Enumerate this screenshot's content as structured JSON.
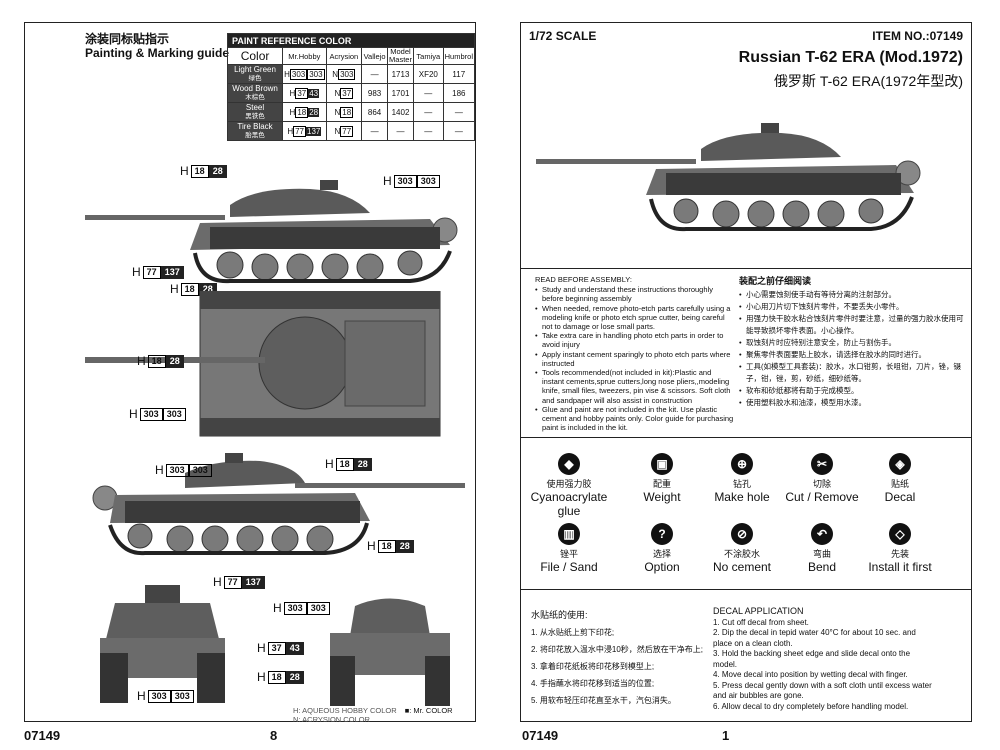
{
  "left_page": {
    "title_cn": "涂装同标贴指示",
    "title_en": "Painting & Marking guide",
    "page_number": "8",
    "item_code": "07149",
    "paint_table": {
      "title": "PAINT REFERENCE COLOR",
      "headers": [
        "Color",
        "Mr.Hobby",
        "Acrysion",
        "Vallejo",
        "Model Master",
        "Tamiya",
        "Humbrol"
      ],
      "rows": [
        {
          "name": "Light Green",
          "name_cn": "绿色",
          "hobby_code": "303",
          "acrysion": "303",
          "vallejo": "—",
          "model_master": "1713",
          "tamiya": "XF20",
          "humbrol": "117"
        },
        {
          "name": "Wood Brown",
          "name_cn": "木棕色",
          "hobby_code": "37",
          "hobby_acr": "43",
          "acrysion": "37",
          "vallejo": "983",
          "model_master": "1701",
          "tamiya": "—",
          "humbrol": "186"
        },
        {
          "name": "Steel",
          "name_cn": "黑铁色",
          "hobby_code": "18",
          "hobby_acr": "28",
          "acrysion": "18",
          "vallejo": "864",
          "model_master": "1402",
          "tamiya": "—",
          "humbrol": "—"
        },
        {
          "name": "Tire Black",
          "name_cn": "胎黑色",
          "hobby_code": "77",
          "hobby_acr": "137",
          "acrysion": "77",
          "vallejo": "—",
          "model_master": "—",
          "tamiya": "—",
          "humbrol": "—"
        }
      ]
    },
    "callouts": {
      "h": "H",
      "c18": "18",
      "c28": "28",
      "c303": "303",
      "c77": "77",
      "c137": "137",
      "c37": "37",
      "c43": "43"
    },
    "legend": {
      "line1": "H: AQUEOUS HOBBY COLOR",
      "line2": "N: ACRYSION COLOR",
      "mr": "■: Mr. COLOR"
    }
  },
  "right_page": {
    "scale": "1/72 SCALE",
    "item_no": "ITEM NO.:07149",
    "title_en": "Russian T-62 ERA (Mod.1972)",
    "title_cn": "俄罗斯 T-62 ERA(1972年型改)",
    "page_number": "1",
    "item_code": "07149",
    "read_before_en": "READ BEFORE ASSEMBLY:",
    "instructions_en": [
      "Study and understand these instructions thoroughly before beginning assembly",
      "When needed, remove photo-etch parts carefully using a modeling knife or photo etch sprue cutter, being careful not to damage or lose small parts.",
      "Take extra care in handling photo etch parts in order to avoid injury",
      "Apply instant cement sparingly to photo etch parts where instructed",
      "Tools recommended(not included in kit):Plastic and instant cements,sprue cutters,long nose pliers,,modeling knife, small files, tweezers, pin vise & scissors. Soft cloth and sandpaper will also assist in construction",
      "Glue and paint are not included in the kit. Use plastic cement and hobby paints only. Color guide for purchasing paint is included in the kit."
    ],
    "read_before_cn": "装配之前仔细阅读",
    "instructions_cn": [
      "小心需要蚀刻使手动有等待分离的注射部分。",
      "小心用刀片切下蚀刻片零件，不要丢失小零件。",
      "用强力快干胶水粘合蚀刻片零件时要注意，过量的强力胶水使用可能导致损坏零件表面。小心操作。",
      "取蚀刻片时应特别注意安全，防止与割伤手。",
      "聚焦零件表面要贴上胶水，请选择在胶水的同时进行。",
      "工具(如模型工具套装)：胶水，水口钳剪，长咀钳，刀片，锉，镊子，钳，锉，剪，砂纸，细砂纸等。",
      "软布和砂纸都将有助于完成模型。",
      "使用塑料胶水和油漆，模型用水漆。"
    ],
    "icons": [
      {
        "cn": "使用强力胶",
        "en": "Cyanoacrylate glue",
        "glyph": "◆"
      },
      {
        "cn": "配重",
        "en": "Weight",
        "glyph": "▣"
      },
      {
        "cn": "钻孔",
        "en": "Make hole",
        "glyph": "⊕"
      },
      {
        "cn": "切除",
        "en": "Cut / Remove",
        "glyph": "✂"
      },
      {
        "cn": "贴纸",
        "en": "Decal",
        "glyph": "◈"
      },
      {
        "cn": "锉平",
        "en": "File / Sand",
        "glyph": "▥"
      },
      {
        "cn": "选择",
        "en": "Option",
        "glyph": "?"
      },
      {
        "cn": "不涂胶水",
        "en": "No cement",
        "glyph": "⊘"
      },
      {
        "cn": "弯曲",
        "en": "Bend",
        "glyph": "↶"
      },
      {
        "cn": "先装",
        "en": "Install it first",
        "glyph": "◇"
      }
    ],
    "decal_cn_title": "水贴纸的使用:",
    "decal_cn_steps": [
      "1. 从水贴纸上剪下印花;",
      "2. 将印花放入温水中浸10秒，然后放在干净布上;",
      "3. 拿着印花纸板将印花移到模型上;",
      "4. 手指蘸水将印花移到适当的位置;",
      "5. 用软布轻压印花直至水干，汽包消失。"
    ],
    "decal_en_title": "DECAL APPLICATION",
    "decal_en_steps": [
      "1. Cut off decal from sheet.",
      "2. Dip the decal in tepid water 40°C for about 10 sec. and place on a clean cloth.",
      "3. Hold the backing sheet edge and slide decal onto the model.",
      "4. Move decal into position by wetting decal with finger.",
      "5. Press decal gently down with a soft cloth until excess water and air bubbles are gone.",
      "6. Allow decal to dry completely before handling model."
    ]
  }
}
